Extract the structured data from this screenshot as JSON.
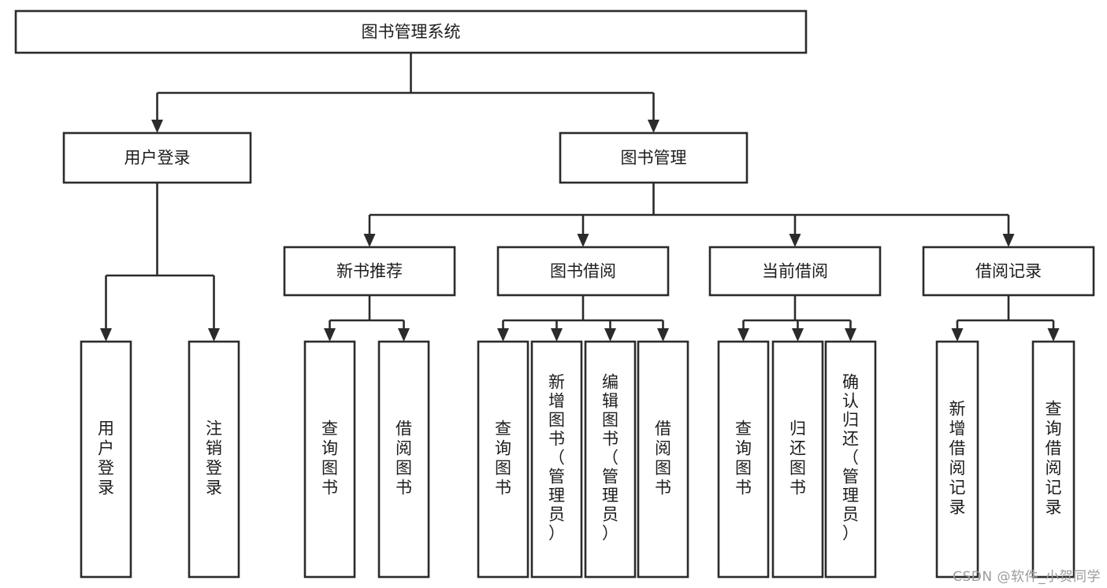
{
  "diagram": {
    "type": "tree-hierarchy-flowchart",
    "orientation": "top-down",
    "root": {
      "id": "root",
      "label": "图书管理系统"
    },
    "level2": [
      {
        "id": "user-login",
        "label": "用户登录"
      },
      {
        "id": "book-management",
        "label": "图书管理"
      }
    ],
    "level3": [
      {
        "id": "new-book-recommend",
        "label": "新书推荐",
        "parent": "book-management"
      },
      {
        "id": "book-borrow",
        "label": "图书借阅",
        "parent": "book-management"
      },
      {
        "id": "current-borrow",
        "label": "当前借阅",
        "parent": "book-management"
      },
      {
        "id": "borrow-record",
        "label": "借阅记录",
        "parent": "book-management"
      }
    ],
    "leaves": {
      "user-login": [
        {
          "id": "leaf-user-login",
          "label": "用户登录"
        },
        {
          "id": "leaf-user-logout",
          "label": "注销登录"
        }
      ],
      "new-book-recommend": [
        {
          "id": "leaf-query-book-1",
          "label": "查询图书"
        },
        {
          "id": "leaf-borrow-book-1",
          "label": "借阅图书"
        }
      ],
      "book-borrow": [
        {
          "id": "leaf-query-book-2",
          "label": "查询图书"
        },
        {
          "id": "leaf-add-book",
          "label": "新增图书（管理员）"
        },
        {
          "id": "leaf-edit-book",
          "label": "编辑图书（管理员）"
        },
        {
          "id": "leaf-borrow-book-2",
          "label": "借阅图书"
        }
      ],
      "current-borrow": [
        {
          "id": "leaf-query-book-3",
          "label": "查询图书"
        },
        {
          "id": "leaf-return-book",
          "label": "归还图书"
        },
        {
          "id": "leaf-confirm-return",
          "label": "确认归还（管理员）"
        }
      ],
      "borrow-record": [
        {
          "id": "leaf-add-record",
          "label": "新增借阅记录"
        },
        {
          "id": "leaf-query-record",
          "label": "查询借阅记录"
        }
      ]
    }
  },
  "watermark": {
    "text": "CSDN @软件_小贺同学"
  },
  "colors": {
    "background": "#ffffff",
    "box_fill": "#ffffff",
    "box_stroke": "#2b2b2b",
    "text": "#1d1d1d",
    "connector": "#2b2b2b",
    "watermark": "#9b9b9b"
  }
}
